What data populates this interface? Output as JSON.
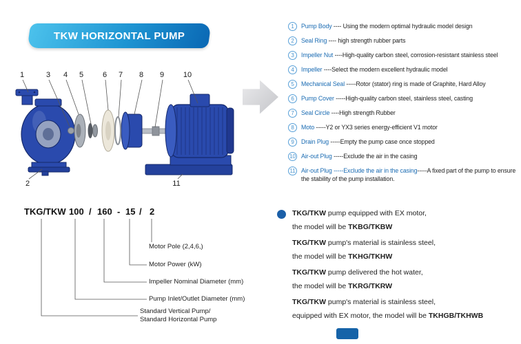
{
  "header": {
    "title": "TKW HORIZONTAL PUMP"
  },
  "diagram": {
    "top_labels": [
      "1",
      "3",
      "4",
      "5",
      "6",
      "7",
      "8",
      "9",
      "10"
    ],
    "bottom_labels": [
      "2",
      "11"
    ]
  },
  "parts": [
    {
      "num": "1",
      "name": "Pump Body",
      "desc": " ---- Using the modern optimal hydraulic model design"
    },
    {
      "num": "2",
      "name": "Seal Ring",
      "desc": " ---- high strength rubber parts"
    },
    {
      "num": "3",
      "name": "Impeller Nut",
      "desc": " ----High-quality carbon steel, corrosion-resistant stainless steel"
    },
    {
      "num": "4",
      "name": "Impeller",
      "desc": " ----Select the modern excellent hydraulic model"
    },
    {
      "num": "5",
      "name": "Mechanical Seal",
      "desc": " -----Rotor (stator) ring is made of Graphite, Hard Alloy"
    },
    {
      "num": "6",
      "name": "Pump Cover",
      "desc": " -----High-quality carbon steel, stainless steel, casting"
    },
    {
      "num": "7",
      "name": "Seal Circle",
      "desc": " ----High strength Rubber"
    },
    {
      "num": "8",
      "name": "Moto",
      "desc": " -----Y2 or YX3 series energy-efficient V1 motor"
    },
    {
      "num": "9",
      "name": "Drain Plug",
      "desc": " -----Empty the pump case once stopped"
    },
    {
      "num": "10",
      "name": "Air-out Plug",
      "desc": " -----Exclude the air in the casing"
    },
    {
      "num": "11",
      "name": "Air-out Plug -----Exclude the air in the casing",
      "desc": "-----A fixed part of the pump to ensure the stability of the pump installation."
    }
  ],
  "model": {
    "segments": [
      "TKG/TKW",
      "100",
      "/",
      "160",
      "-",
      "15",
      "/",
      "2"
    ],
    "labels": [
      "Motor Pole (2,4,6,)",
      "Motor Power  (kW)",
      "Impeller Nominal Diameter (mm)",
      "Pump Inlet/Outlet Diameter (mm)"
    ],
    "label5_line1": "Standard Vertical Pump/",
    "label5_line2": "Standard  Horizontal Pump"
  },
  "notes": [
    {
      "bold1": "TKG/TKW",
      "rest1": " pump equipped with EX motor,",
      "pre2": "the model will be ",
      "bold2": "TKBG/TKBW"
    },
    {
      "bold1": "TKG/TKW",
      "rest1": " pump's material is stainless steel,",
      "pre2": "the model will be ",
      "bold2": "TKHG/TKHW"
    },
    {
      "bold1": "TKG/TKW",
      "rest1": " pump delivered the hot water,",
      "pre2": "the model will be ",
      "bold2": "TKRG/TKRW"
    },
    {
      "bold1": "TKG/TKW",
      "rest1": " pump's material is stainless steel,",
      "pre2": "equipped with EX motor, the model will be ",
      "bold2": "TKHGB/TKHWB"
    }
  ],
  "colors": {
    "ribbon_light": "#4cc2ec",
    "ribbon_dark": "#0a68b4",
    "part_name_blue": "#1b6cb3",
    "pump_blue": "#2a4aad",
    "bullet_blue": "#1b5fa8"
  }
}
